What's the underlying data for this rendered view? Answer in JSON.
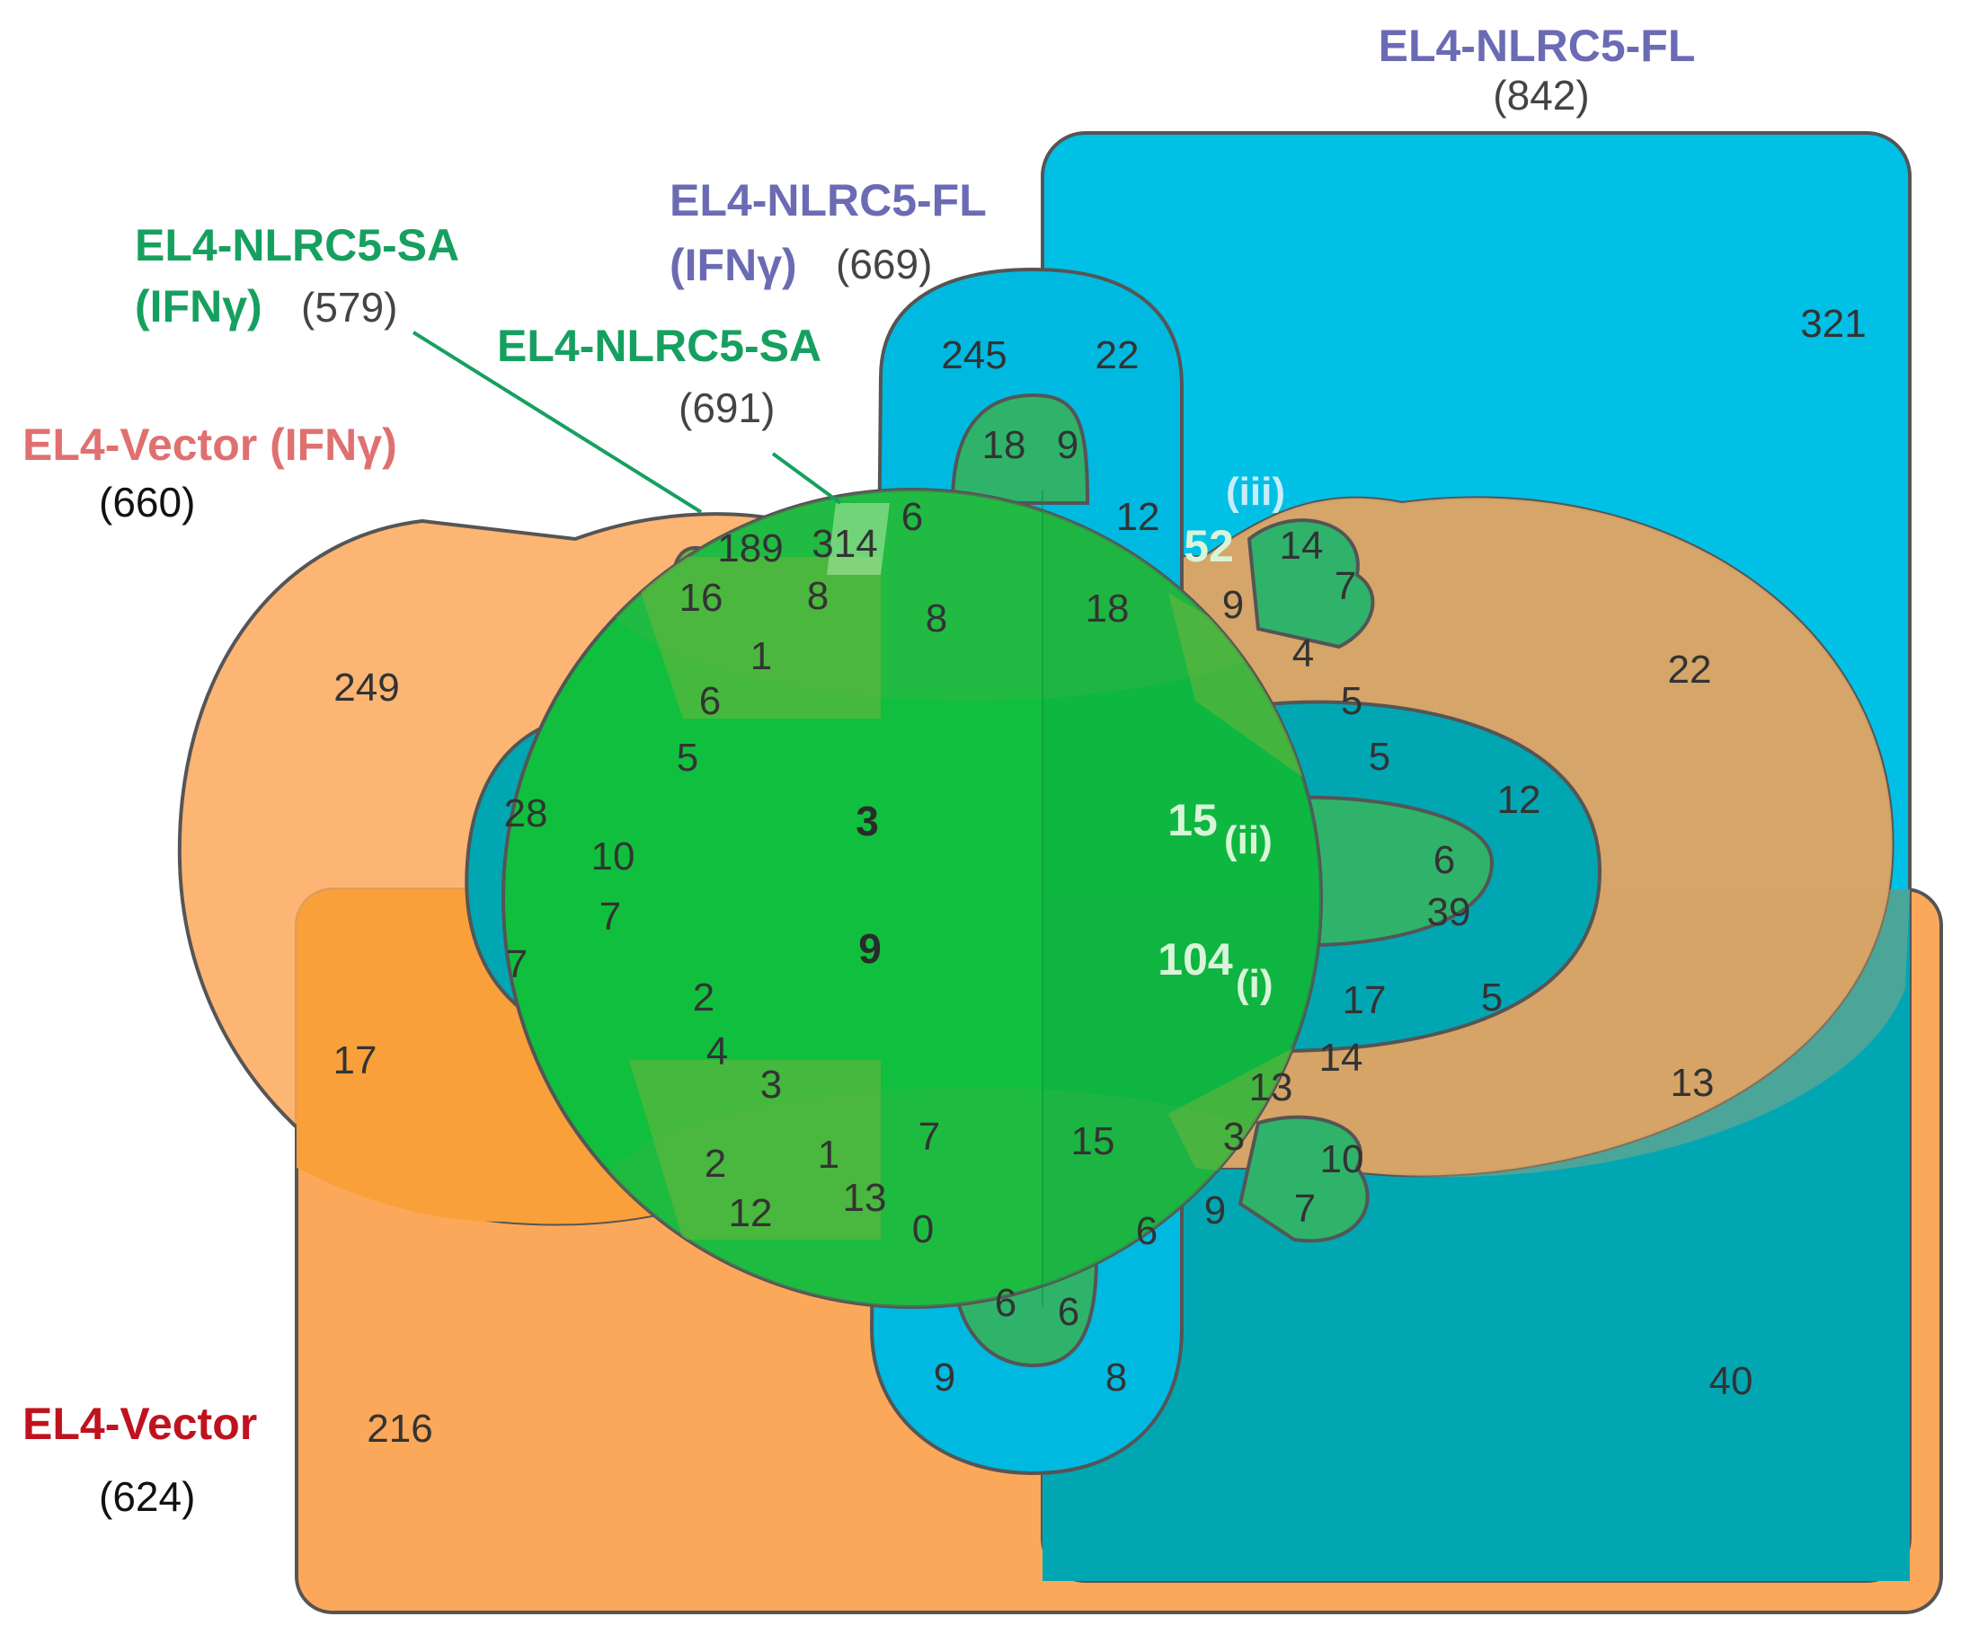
{
  "colors": {
    "vector": "#c0121e",
    "vector_ifn": "#e07070",
    "fl": "#6b6bb5",
    "sa": "#16a060",
    "count_dark": "#111111",
    "count_grey": "#444444",
    "orange": "#fba85a",
    "cyan": "#00c0e6",
    "teal": "#00a7b3",
    "green": "#11bf3e",
    "olive": "#6fb53c"
  },
  "sets": {
    "fl": {
      "name": "EL4-NLRC5-FL",
      "count": "(842)"
    },
    "fl_ifn": {
      "name_line1": "EL4-NLRC5-FL",
      "name_line2": "(IFNγ)",
      "count": "(669)"
    },
    "sa_ifn": {
      "name_line1": "EL4-NLRC5-SA",
      "name_line2": "(IFNγ)",
      "count": "(579)"
    },
    "sa": {
      "name": "EL4-NLRC5-SA",
      "count": "(691)"
    },
    "vector_ifn": {
      "name": "EL4-Vector (IFNγ)",
      "count": "(660)"
    },
    "vector": {
      "name": "EL4-Vector",
      "count": "(624)"
    }
  },
  "highlight": {
    "i": {
      "value": "104",
      "tag": "(i)"
    },
    "ii": {
      "value": "15",
      "tag": "(ii)"
    },
    "iii": {
      "value": "52",
      "tag": "(iii)"
    }
  },
  "cells": [
    "321",
    "245",
    "22",
    "18",
    "9",
    "12",
    "249",
    "189",
    "314",
    "6",
    "16",
    "8",
    "8",
    "18",
    "9",
    "14",
    "7",
    "4",
    "22",
    "1",
    "6",
    "5",
    "5",
    "5",
    "28",
    "12",
    "10",
    "6",
    "39",
    "7",
    "7",
    "2",
    "17",
    "5",
    "4",
    "14",
    "17",
    "13",
    "13",
    "3",
    "7",
    "15",
    "3",
    "10",
    "2",
    "1",
    "12",
    "13",
    "0",
    "6",
    "9",
    "7",
    "6",
    "6",
    "9",
    "8",
    "40",
    "216"
  ],
  "bold_cells": [
    "3",
    "9"
  ]
}
